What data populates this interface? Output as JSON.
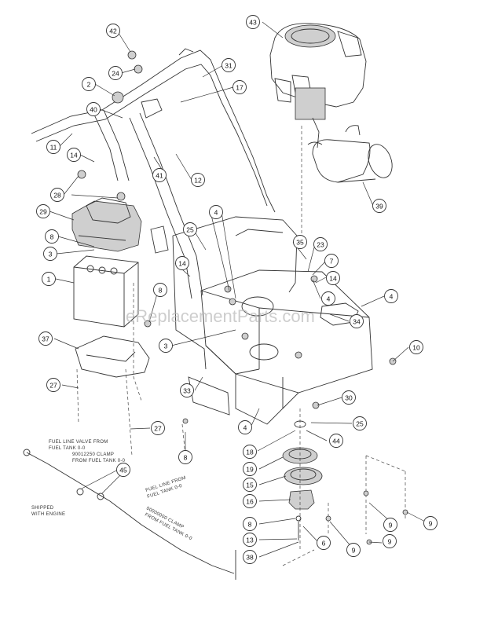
{
  "watermark": "eReplacementParts.com",
  "notes": {
    "fuel_valve": [
      "FUEL LINE VALVE FROM",
      "FUEL TANK 0-0"
    ],
    "clamp": [
      "90012250 CLAMP",
      "FROM FUEL TANK 0-0"
    ],
    "shipped": [
      "SHIPPED",
      "WITH ENGINE"
    ],
    "fuel_line": [
      "FUEL LINE FROM",
      "FUEL TANK 0-0"
    ],
    "clamp2": [
      "00000000 CLAMP",
      "FROM FUEL TANK 0-0"
    ]
  },
  "callouts": [
    {
      "id": "c42",
      "label": "42"
    },
    {
      "id": "c43",
      "label": "43"
    },
    {
      "id": "c31",
      "label": "31"
    },
    {
      "id": "c2",
      "label": "2"
    },
    {
      "id": "c24",
      "label": "24"
    },
    {
      "id": "c17",
      "label": "17"
    },
    {
      "id": "c40",
      "label": "40"
    },
    {
      "id": "c11",
      "label": "11"
    },
    {
      "id": "c14a",
      "label": "14"
    },
    {
      "id": "c41",
      "label": "41"
    },
    {
      "id": "c12",
      "label": "12"
    },
    {
      "id": "c28",
      "label": "28"
    },
    {
      "id": "c39",
      "label": "39"
    },
    {
      "id": "c29",
      "label": "29"
    },
    {
      "id": "c4a",
      "label": "4"
    },
    {
      "id": "c25a",
      "label": "25"
    },
    {
      "id": "c8a",
      "label": "8"
    },
    {
      "id": "c3a",
      "label": "3"
    },
    {
      "id": "c35",
      "label": "35"
    },
    {
      "id": "c23",
      "label": "23"
    },
    {
      "id": "c14b",
      "label": "14"
    },
    {
      "id": "c7",
      "label": "7"
    },
    {
      "id": "c14c",
      "label": "14"
    },
    {
      "id": "c1",
      "label": "1"
    },
    {
      "id": "c8b",
      "label": "8"
    },
    {
      "id": "c4b",
      "label": "4"
    },
    {
      "id": "c4c",
      "label": "4"
    },
    {
      "id": "c34",
      "label": "34"
    },
    {
      "id": "c3b",
      "label": "3"
    },
    {
      "id": "c37",
      "label": "37"
    },
    {
      "id": "c10",
      "label": "10"
    },
    {
      "id": "c27a",
      "label": "27"
    },
    {
      "id": "c33",
      "label": "33"
    },
    {
      "id": "c30",
      "label": "30"
    },
    {
      "id": "c25b",
      "label": "25"
    },
    {
      "id": "c27b",
      "label": "27"
    },
    {
      "id": "c4d",
      "label": "4"
    },
    {
      "id": "c44",
      "label": "44"
    },
    {
      "id": "c8c",
      "label": "8"
    },
    {
      "id": "c18",
      "label": "18"
    },
    {
      "id": "c45",
      "label": "45"
    },
    {
      "id": "c19",
      "label": "19"
    },
    {
      "id": "c15",
      "label": "15"
    },
    {
      "id": "c16",
      "label": "16"
    },
    {
      "id": "c8d",
      "label": "8"
    },
    {
      "id": "c9a",
      "label": "9"
    },
    {
      "id": "c9b",
      "label": "9"
    },
    {
      "id": "c13",
      "label": "13"
    },
    {
      "id": "c6",
      "label": "6"
    },
    {
      "id": "c9c",
      "label": "9"
    },
    {
      "id": "c9d",
      "label": "9"
    },
    {
      "id": "c38",
      "label": "38"
    }
  ]
}
